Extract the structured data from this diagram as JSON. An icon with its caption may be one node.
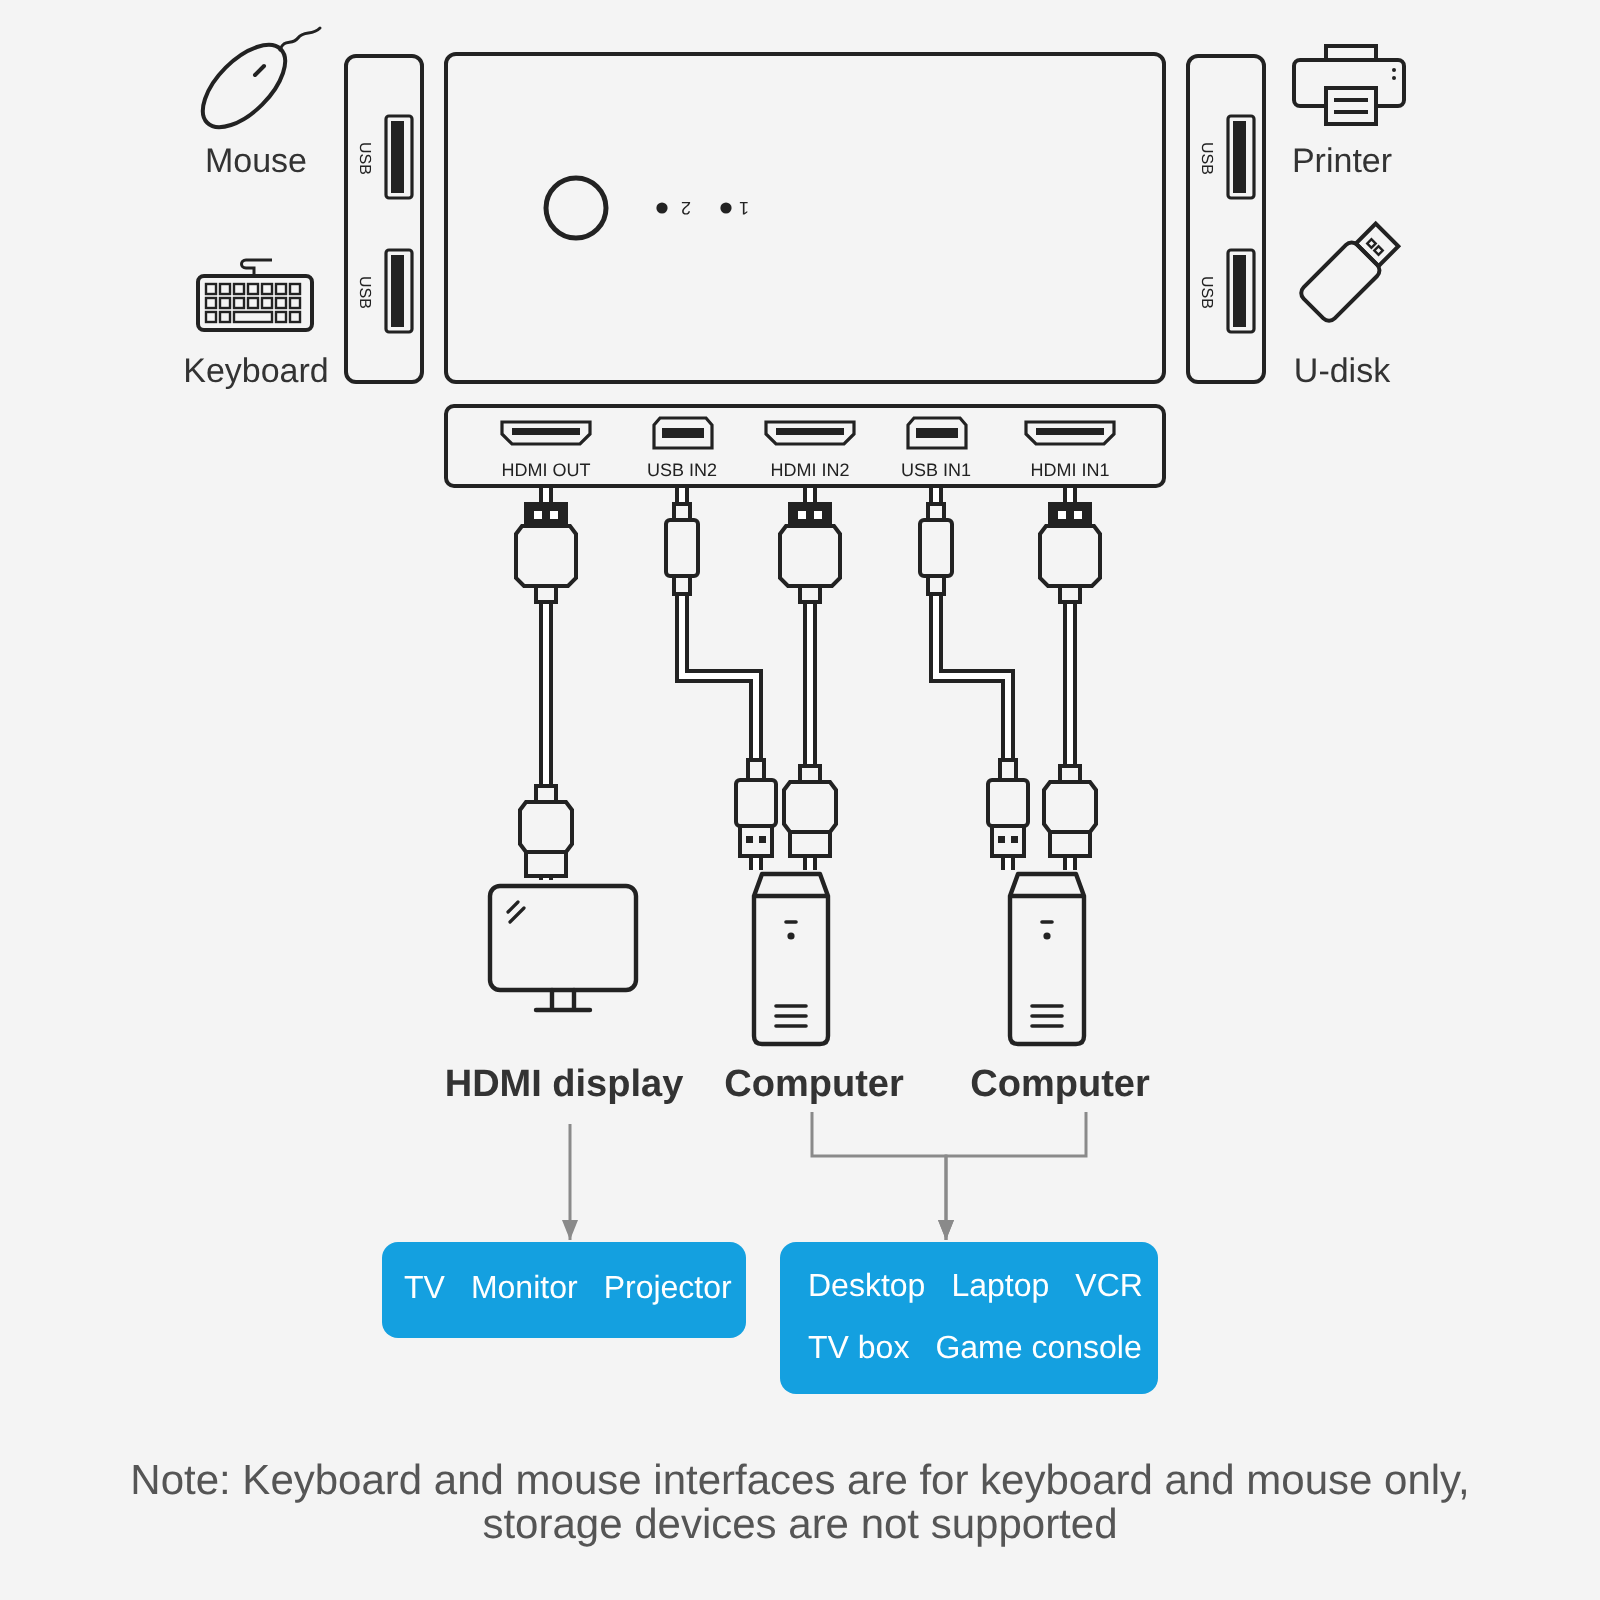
{
  "diagram": {
    "nodes": [
      {
        "text": [
          "USB",
          "USB"
        ]
      },
      {
        "text": [
          "2",
          "1"
        ]
      },
      {
        "text": [
          "USB",
          "USB"
        ]
      },
      {
        "text": [],
        "shape": "box"
      },
      {
        "text": [
          "HDMI OUT"
        ],
        "in": 3
      },
      {
        "text": [
          "USB IN2"
        ],
        "in": 3
      },
      {
        "text": [
          "HDMI IN2"
        ],
        "in": 3
      },
      {
        "text": [
          "USB IN1"
        ],
        "in": 3
      },
      {
        "text": [
          "HDMI IN1"
        ],
        "in": 3
      },
      {
        "text": [
          "HDMI display"
        ]
      },
      {
        "text": [
          "Computer"
        ]
      },
      {
        "text": [
          "Computer"
        ]
      },
      {
        "text": [
          "TV",
          "Monitor",
          "Projector"
        ]
      },
      {
        "text": [
          "Desktop",
          "Laptop",
          "VCR",
          "TV box",
          "Game console"
        ]
      }
    ],
    "edges": [
      {
        "from": 4,
        "to": 9,
        "arrow": "other"
      },
      {
        "from": 5,
        "to": 10,
        "arrow": "other"
      },
      {
        "from": 6,
        "to": 10,
        "arrow": "other"
      },
      {
        "from": 7,
        "to": 11,
        "arrow": "other"
      },
      {
        "from": 8,
        "to": 11,
        "arrow": "other"
      },
      {
        "from": 9,
        "to": 12,
        "arrow": "to",
        "color": "#8a8a8a"
      },
      {
        "from": 10,
        "to": 13,
        "arrow": "to",
        "color": "#8a8a8a"
      },
      {
        "from": 11,
        "to": 13,
        "arrow": "to",
        "color": "#8a8a8a"
      }
    ],
    "labels": [
      "Mouse",
      "Keyboard",
      "Printer",
      "U-disk",
      "Note: Keyboard and mouse interfaces are for keyboard and mouse only, storage devices are not supported"
    ]
  }
}
